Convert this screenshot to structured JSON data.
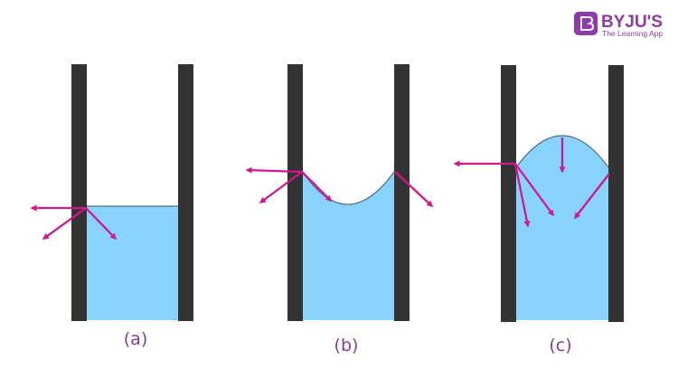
{
  "colors": {
    "wall": "#333333",
    "liquid": "#87d3fb",
    "liquid_edge": "#4a6f86",
    "arrow": "#d6168c",
    "label": "#8a3a9a",
    "brand": "#8f3aa8"
  },
  "brand": {
    "logo_icon": "byjus-logo-icon",
    "name": "BYJU'S",
    "tagline": "The Learning App"
  },
  "panels": [
    {
      "label": "(a)",
      "surface": "flat"
    },
    {
      "label": "(b)",
      "surface": "concave"
    },
    {
      "label": "(c)",
      "surface": "convex"
    }
  ]
}
